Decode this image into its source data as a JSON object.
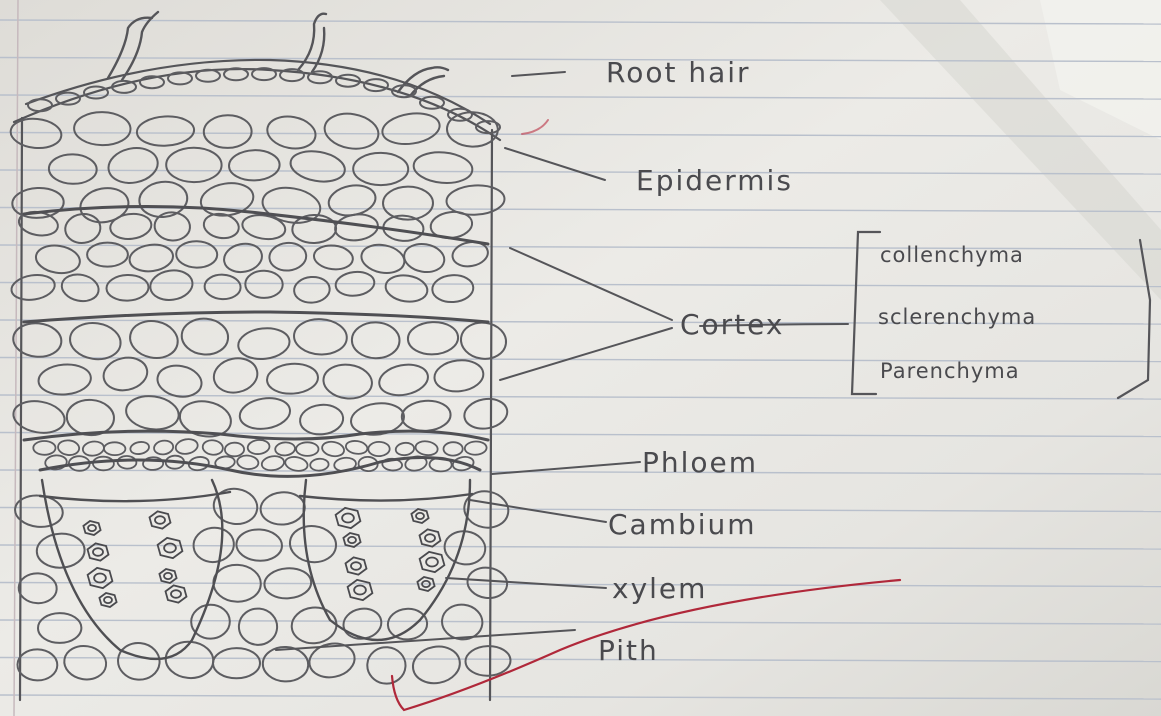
{
  "labels": {
    "root_hair": "Root hair",
    "epidermis": "Epidermis",
    "cortex": "Cortex",
    "collenchyma": "collenchyma",
    "sclerenchyma": "sclerenchyma",
    "parenchyma": "Parenchyma",
    "phloem": "Phloem",
    "cambium": "Cambium",
    "xylem": "xylem",
    "pith": "Pith"
  },
  "colors": {
    "paper": "#e9e8e4",
    "ruled_line": "#b9c0cc",
    "pencil": "#555559",
    "red_pen": "#b0283a"
  }
}
